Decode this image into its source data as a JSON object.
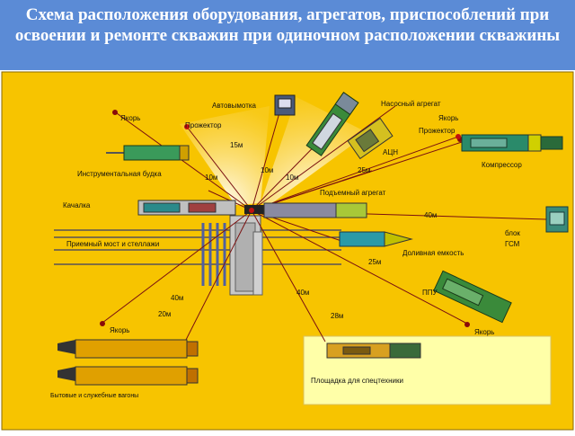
{
  "title": "Схема расположения оборудования, агрегатов, приспособлений при освоении и ремонте скважин при одиночном расположении скважины",
  "labels": {
    "avtovymotka": "Автовымотка",
    "nasosny_agregat": "Насосный агрегат",
    "yakor_top_left": "Якорь",
    "yakor_top_right": "Якорь",
    "yakor_bottom_left": "Якорь",
    "yakor_bottom_right": "Якорь",
    "projector_left": "Прожектор",
    "projector_right": "Прожектор",
    "dist_15m": "15м",
    "acn": "АЦН",
    "dist_25m_top": "25м",
    "kompressor": "Компрессор",
    "instr_budka": "Инструментальная будка",
    "dist_10m_a": "10м",
    "dist_10m_b": "10м",
    "dist_10m_c": "10м",
    "podyemny_agregat": "Подъемный агрегат",
    "kachalka": "Качалка",
    "dist_40m_right": "40м",
    "blok_gsm_1": "блок",
    "blok_gsm_2": "ГСМ",
    "priemny_most": "Приемный мост и стеллажи",
    "dolivnaya_emkost": "Доливная емкость",
    "dist_25m_mid": "25м",
    "ppu": "ППУ",
    "dist_40m_left": "40м",
    "dist_40m_center": "40м",
    "dist_20m": "20м",
    "dist_28m": "28м",
    "ploshchadka": "Площадка для спецтехники",
    "bytovye_vagony": "Бытовые и служебные вагоны"
  },
  "colors": {
    "title_bg": "#5b8bd6",
    "diagram_bg": "#f7c400",
    "spec_area": "#ffffa8",
    "truck_green": "#3a8a3a",
    "tank_orange": "#f0a000",
    "line": "#c01010"
  }
}
